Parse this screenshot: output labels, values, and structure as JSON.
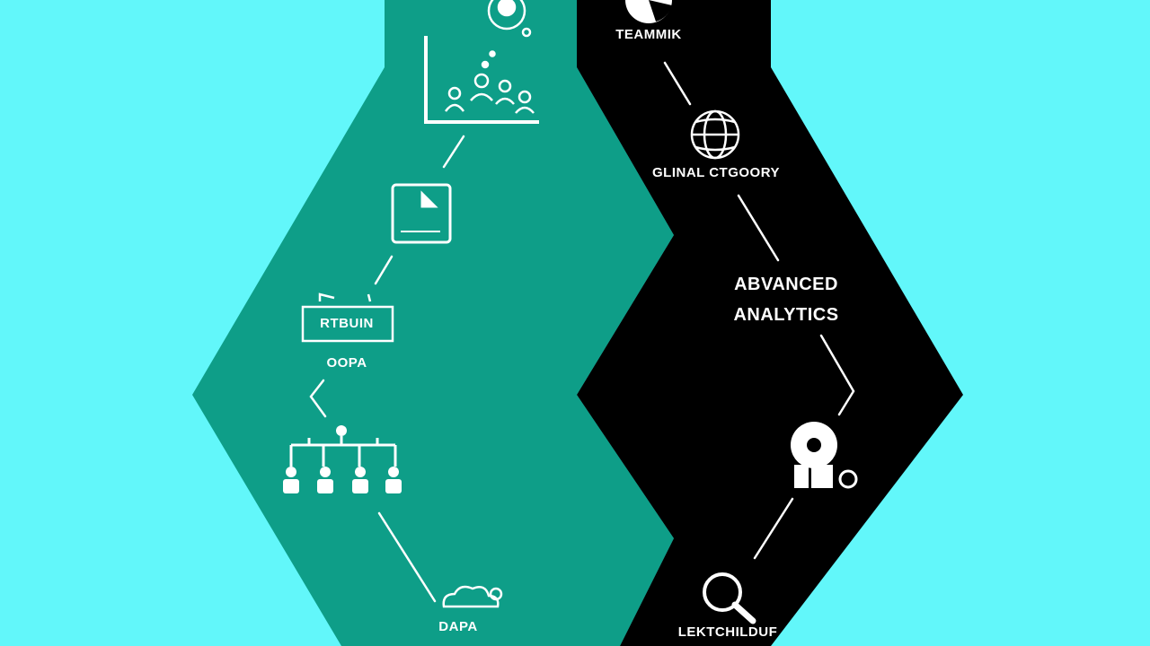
{
  "colors": {
    "background": "#62F7FA",
    "left_panel": "#0E9E88",
    "right_panel": "#000000",
    "line": "#FFFFFF"
  },
  "left_column": {
    "steps": [
      {
        "icon": "profile-gear-icon",
        "label": ""
      },
      {
        "icon": "team-chart-icon",
        "label": ""
      },
      {
        "icon": "document-corner-icon",
        "label": ""
      },
      {
        "icon": "label-box-icon",
        "label": "RTBUIN"
      },
      {
        "icon": "",
        "label": "OOPA"
      },
      {
        "icon": "org-hierarchy-icon",
        "label": ""
      },
      {
        "icon": "cloud-gear-icon",
        "label": "DAPA"
      }
    ]
  },
  "right_column": {
    "steps": [
      {
        "icon": "pie-chart-icon",
        "label": "TEAMMIK"
      },
      {
        "icon": "globe-icon",
        "label": "GLINAL CTGOORY"
      },
      {
        "icon": "",
        "label_line1": "ABVANCED",
        "label_line2": "ANALYTICS"
      },
      {
        "icon": "gear-brain-icon",
        "label": ""
      },
      {
        "icon": "magnifier-icon",
        "label": "LEKTCHILDUF"
      }
    ]
  }
}
